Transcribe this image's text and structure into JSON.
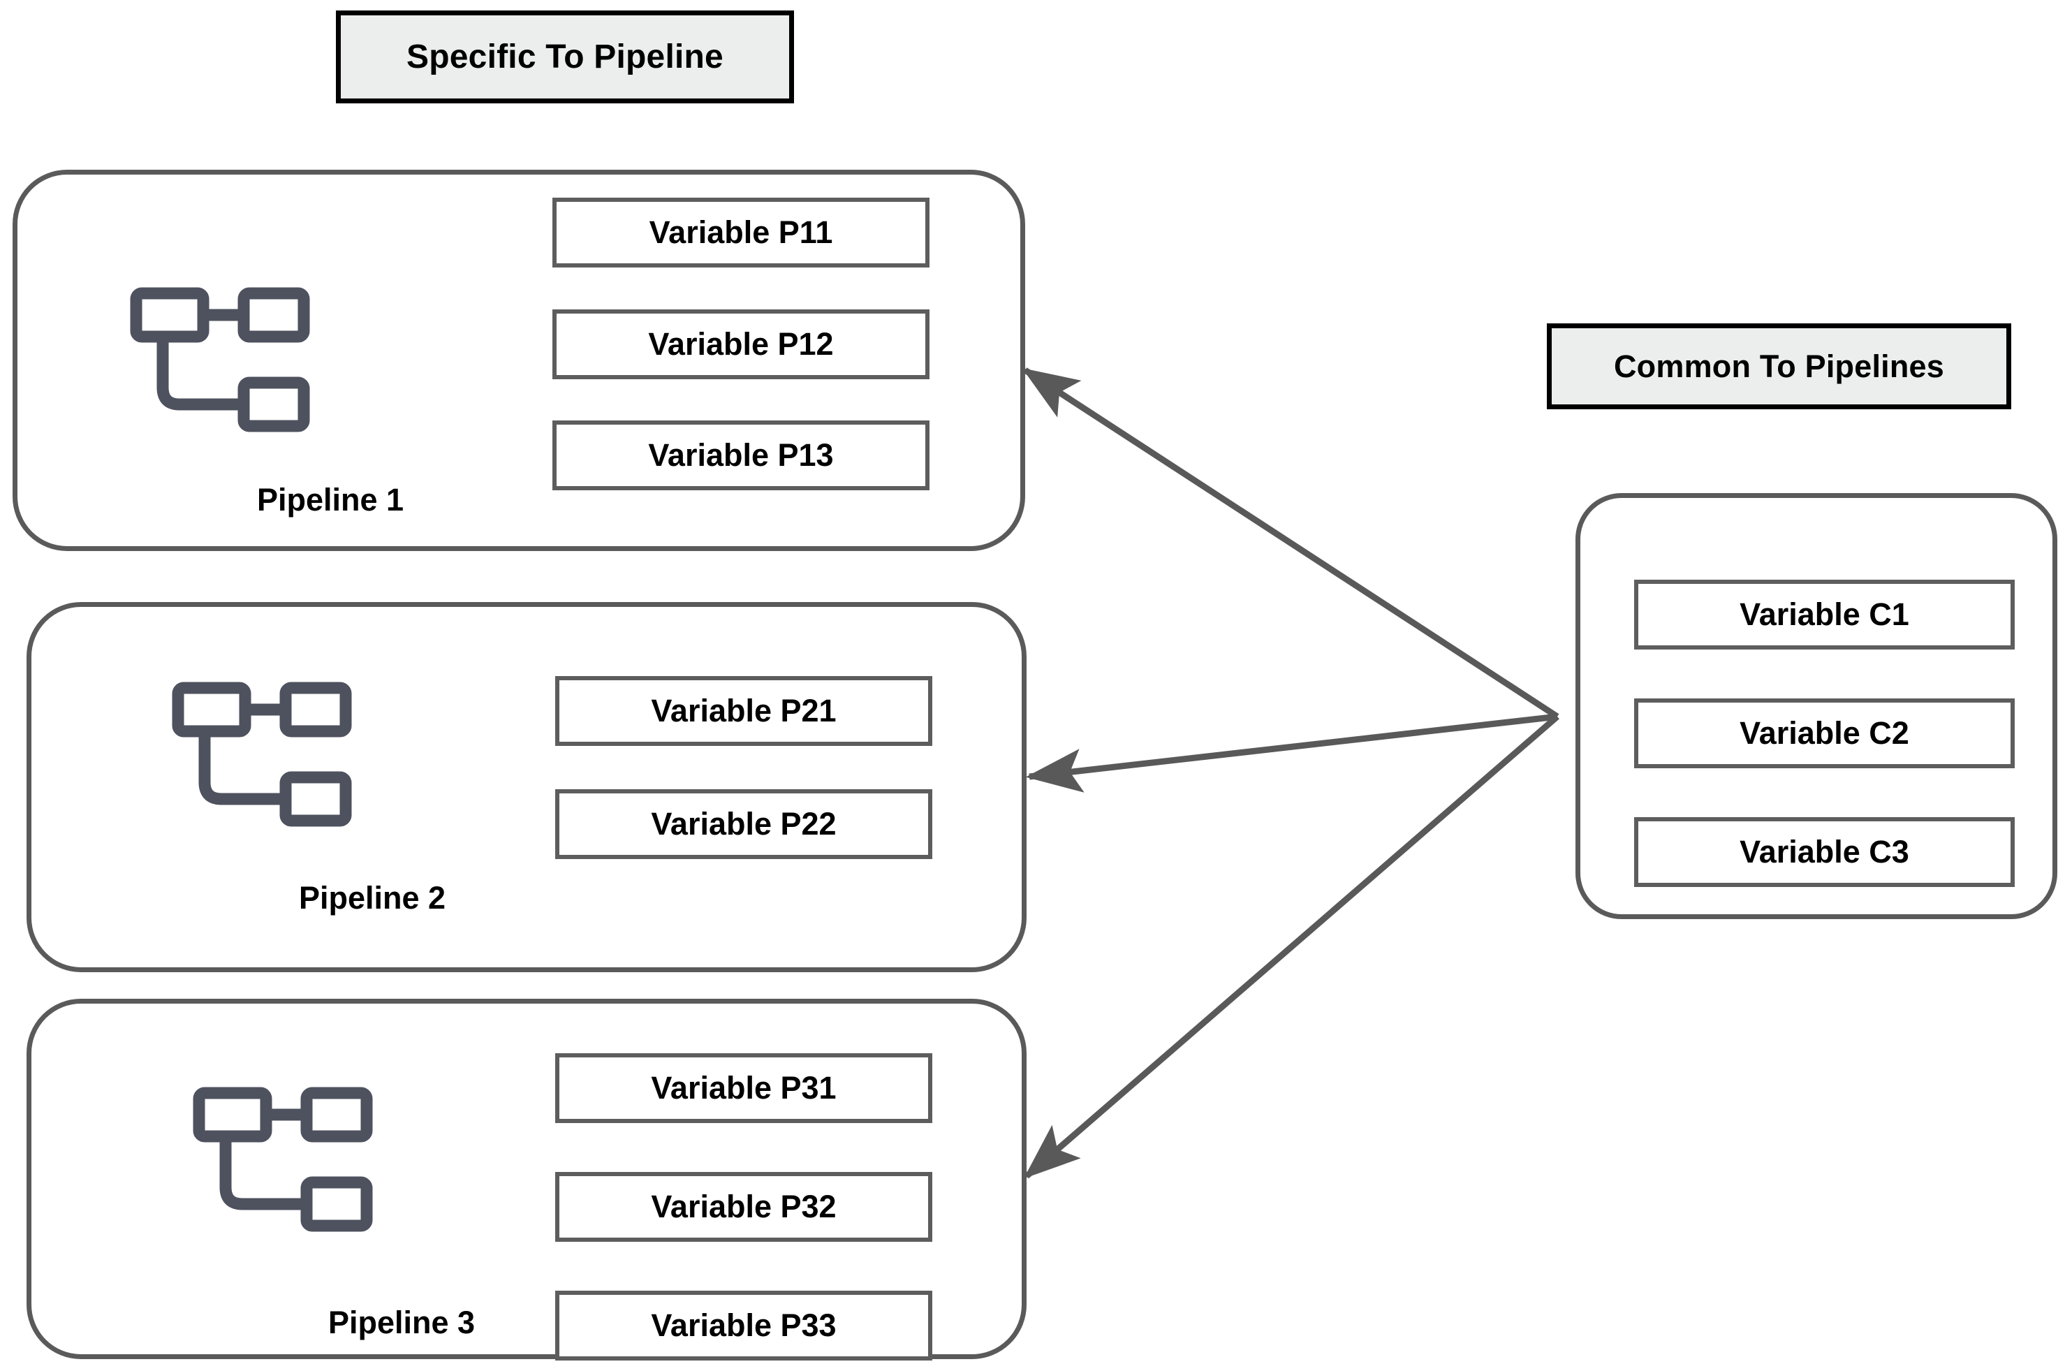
{
  "headers": {
    "specific": "Specific To Pipeline",
    "common": "Common To Pipelines"
  },
  "colors": {
    "header_fill": "#eceded",
    "header_border": "#000000",
    "group_border": "#5a5a5a",
    "var_border": "#5d5d5d",
    "icon_stroke": "#4e515e",
    "arrow": "#595959",
    "text": "#000000",
    "background": "#ffffff"
  },
  "pipelines": [
    {
      "caption": "Pipeline 1",
      "icon_name": "pipeline-node-tree-icon",
      "variables": [
        "Variable P11",
        "Variable P12",
        "Variable P13"
      ]
    },
    {
      "caption": "Pipeline 2",
      "icon_name": "pipeline-node-tree-icon",
      "variables": [
        "Variable P21",
        "Variable P22"
      ]
    },
    {
      "caption": "Pipeline 3",
      "icon_name": "pipeline-node-tree-icon",
      "variables": [
        "Variable P31",
        "Variable P32",
        "Variable P33"
      ]
    }
  ],
  "common": {
    "variables": [
      "Variable C1",
      "Variable C2",
      "Variable C3"
    ]
  },
  "arrows": [
    {
      "name": "arrow-common-to-pipeline-1",
      "from": "common-group",
      "to": "pipeline-group-1"
    },
    {
      "name": "arrow-common-to-pipeline-2",
      "from": "common-group",
      "to": "pipeline-group-2"
    },
    {
      "name": "arrow-common-to-pipeline-3",
      "from": "common-group",
      "to": "pipeline-group-3"
    }
  ]
}
